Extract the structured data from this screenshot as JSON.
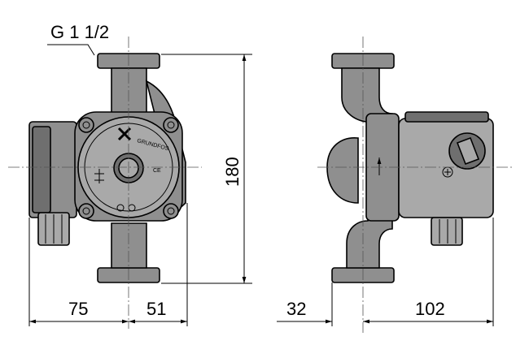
{
  "thread_label": "G 1 1/2",
  "dimensions": {
    "height": "180",
    "left_width": "75",
    "right_of_center": "51",
    "side_offset": "32",
    "side_depth": "102"
  },
  "logo_text": "GRUNDFOS",
  "ce_mark": "CE"
}
